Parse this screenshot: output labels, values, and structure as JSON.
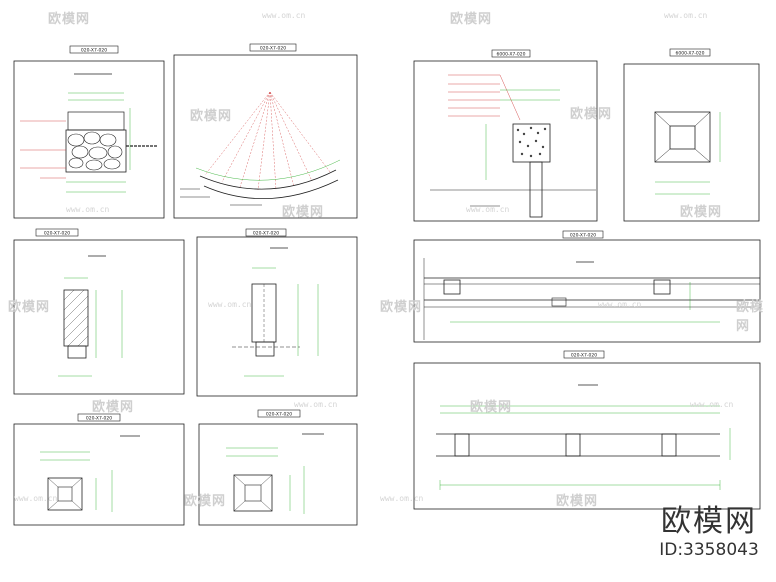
{
  "watermark": {
    "logo_text": "欧模网",
    "url_text": "www.om.cn"
  },
  "brand": {
    "title": "欧模网",
    "id": "ID:3358043"
  },
  "panels": {
    "p1": {
      "tag": "020-X7-020"
    },
    "p2": {
      "tag": "020-X7-020"
    },
    "p3": {
      "tag": "6000-X7-020"
    },
    "p4": {
      "tag": "6000-X7-020"
    },
    "p5": {
      "tag": "020-X7-020"
    },
    "p6": {
      "tag": "020-X7-020"
    },
    "p7": {
      "tag": "020-X7-020"
    },
    "p8": {
      "tag": "020-X7-020"
    },
    "p9": {
      "tag": "020-X7-020"
    },
    "p10": {
      "tag": "020-X7-020"
    }
  },
  "colors": {
    "line": "#222222",
    "dimension": "#1aa81a",
    "annotation": "#cc2a2a",
    "callout": "#2a2ad0",
    "watermark": "#cfcfcf"
  }
}
